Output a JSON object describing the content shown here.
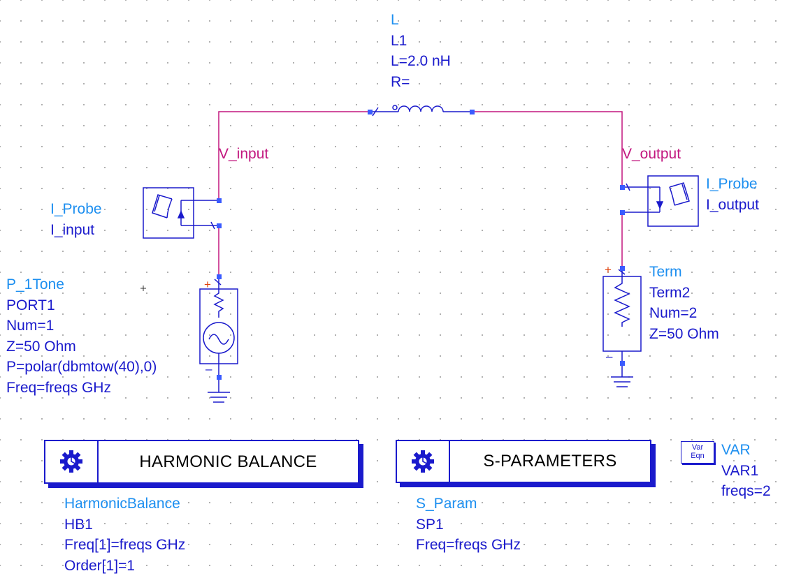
{
  "inductor": {
    "type": "L",
    "name": "L1",
    "value": "L=2.0 nH",
    "resistance": "R="
  },
  "nodes": {
    "input": "V_input",
    "output": "V_output"
  },
  "probe_input": {
    "type": "I_Probe",
    "name": "I_input"
  },
  "probe_output": {
    "type": "I_Probe",
    "name": "I_output"
  },
  "source": {
    "type": "P_1Tone",
    "name": "PORT1",
    "num": "Num=1",
    "z": "Z=50 Ohm",
    "power": "P=polar(dbmtow(40),0)",
    "freq": "Freq=freqs GHz"
  },
  "term": {
    "type": "Term",
    "name": "Term2",
    "num": "Num=2",
    "z": "Z=50 Ohm"
  },
  "hb": {
    "title": "HARMONIC BALANCE",
    "type": "HarmonicBalance",
    "name": "HB1",
    "freq": "Freq[1]=freqs GHz",
    "order": "Order[1]=1"
  },
  "sp": {
    "title": "S-PARAMETERS",
    "type": "S_Param",
    "name": "SP1",
    "freq": "Freq=freqs GHz"
  },
  "var": {
    "icon_top": "Var",
    "icon_bottom": "Eqn",
    "type": "VAR",
    "name": "VAR1",
    "expr": "freqs=2"
  },
  "colors": {
    "wire": "#c2177f",
    "component": "#1a1acc",
    "label": "#1d8ff0",
    "pin": "#3a5bff",
    "plus": "#e0400a"
  }
}
